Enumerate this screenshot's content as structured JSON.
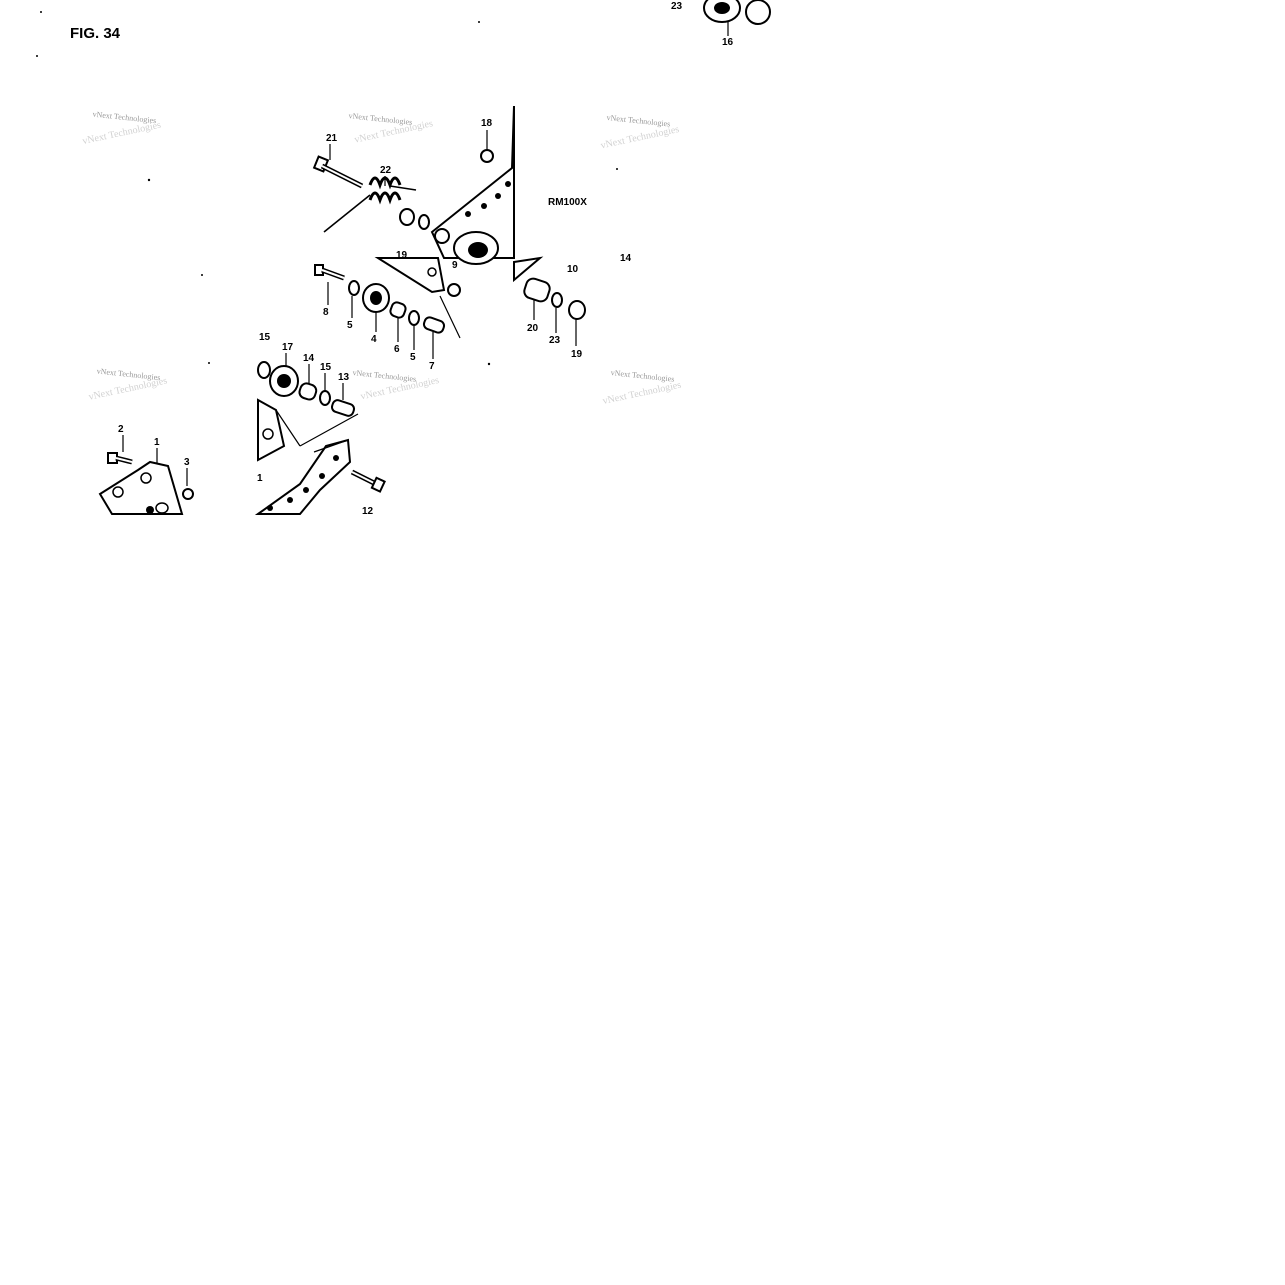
{
  "figure": {
    "title": "FIG. 34",
    "model": "RM100X"
  },
  "watermark": {
    "text": "vNext Technologies"
  },
  "callouts": {
    "c1": "1",
    "c1b": "1",
    "c2": "2",
    "c3": "3",
    "c4": "4",
    "c5a": "5",
    "c5b": "5",
    "c6": "6",
    "c7": "7",
    "c8": "8",
    "c9": "9",
    "c10": "10",
    "c12": "12",
    "c13": "13",
    "c14": "14",
    "c15": "15",
    "c16": "16",
    "c17": "17",
    "c18": "18",
    "c19a": "19",
    "c19b": "19",
    "c20": "20",
    "c21": "21",
    "c22": "22",
    "c23a": "23",
    "c23b": "23",
    "c14b": "14"
  }
}
